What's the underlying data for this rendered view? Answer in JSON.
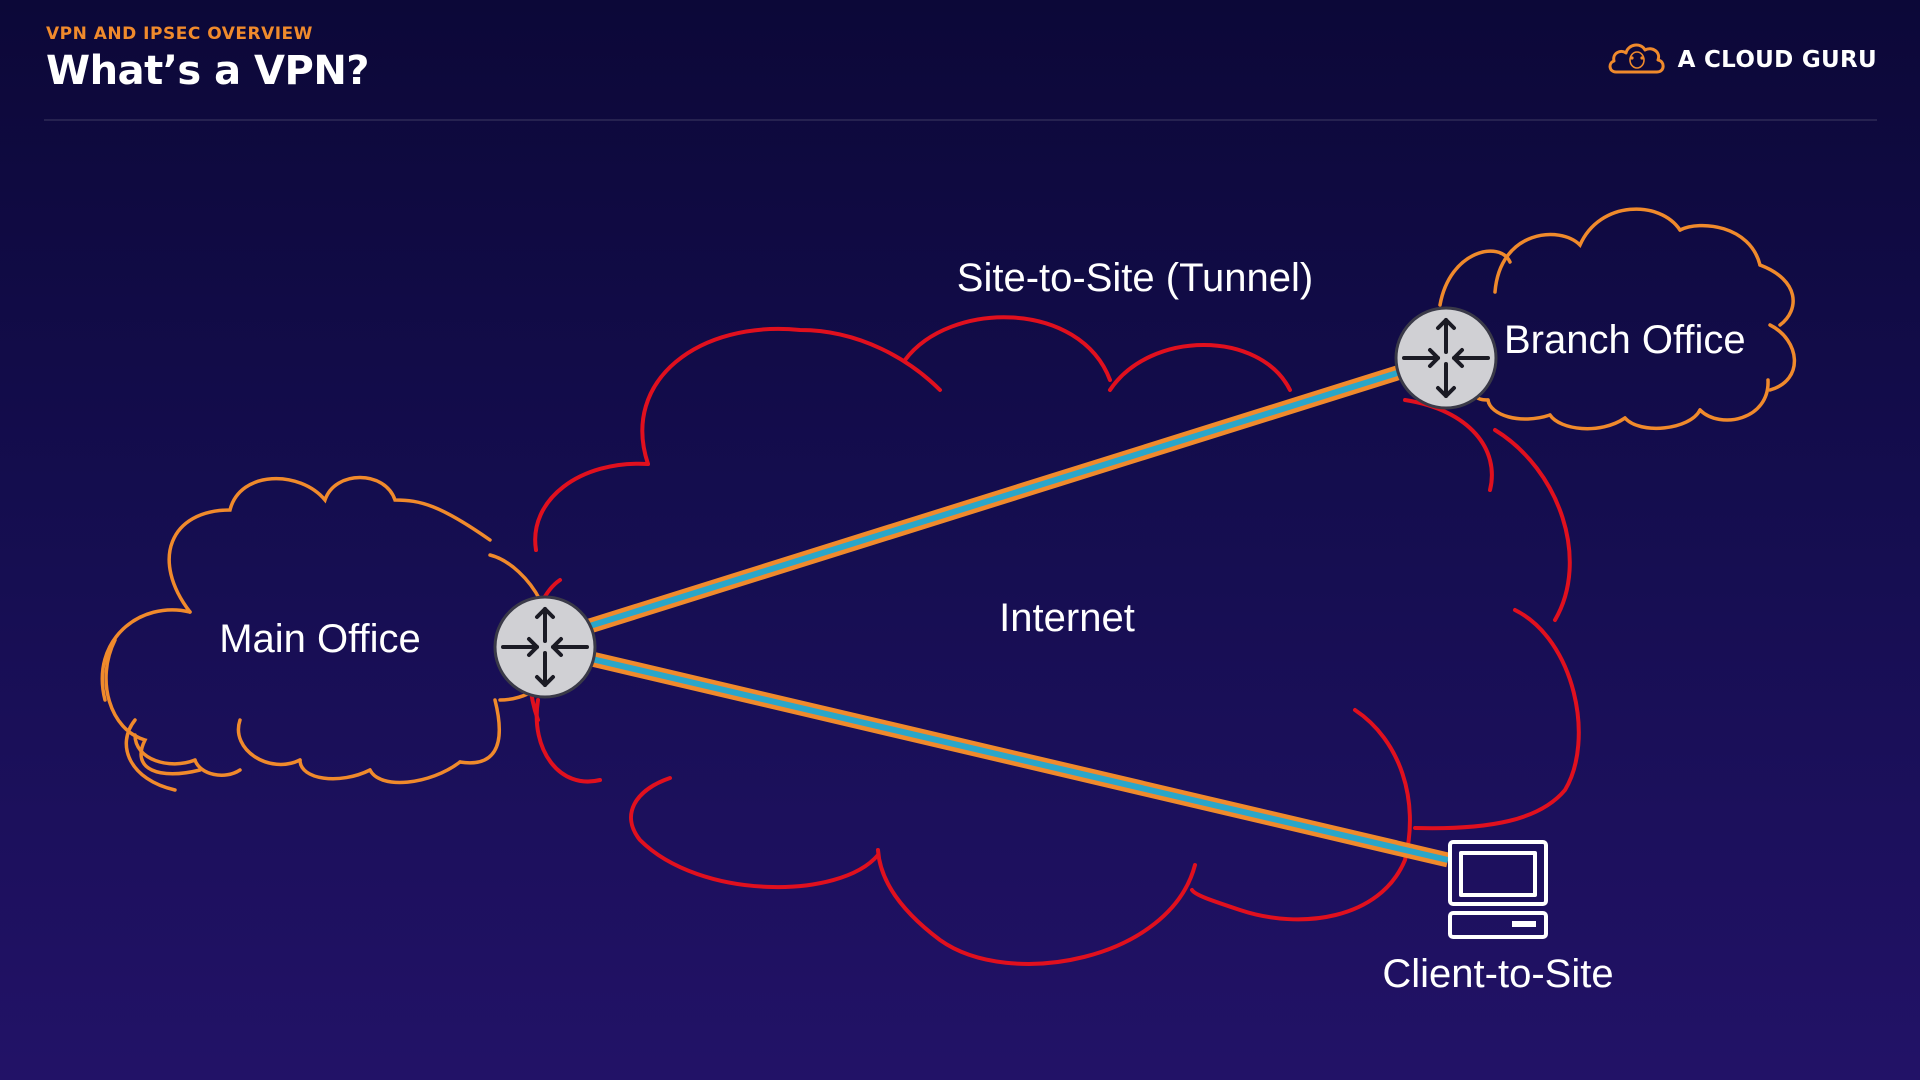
{
  "header": {
    "eyebrow": "VPN AND IPSEC OVERVIEW",
    "title": "What’s a VPN?"
  },
  "brand": {
    "name": "A CLOUD GURU",
    "icon": "cloud-logo-icon"
  },
  "diagram": {
    "labels": {
      "site_to_site": "Site-to-Site (Tunnel)",
      "branch_office": "Branch Office",
      "internet": "Internet",
      "main_office": "Main Office",
      "client_to_site": "Client-to-Site"
    },
    "icons": {
      "router": "router-icon",
      "laptop": "laptop-icon"
    },
    "colors": {
      "accent_orange": "#f08a2c",
      "internet_red": "#e0101e",
      "tunnel_teal": "#2aa6c9",
      "router_gray": "#d0d0d4"
    }
  }
}
